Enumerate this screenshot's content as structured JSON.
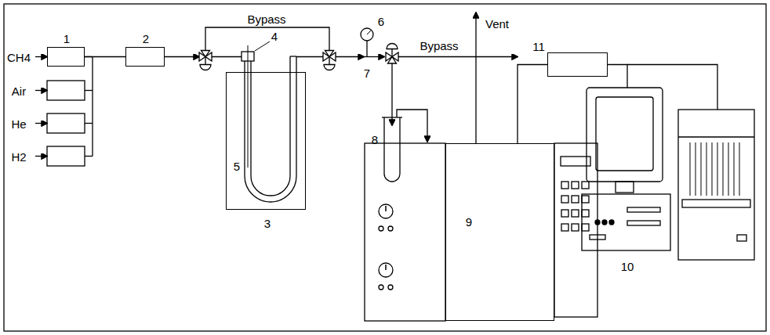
{
  "diagram": {
    "nodes": [
      {
        "text": [
          "1"
        ]
      },
      {
        "text": [
          "2"
        ]
      },
      {
        "text": [
          "3"
        ]
      },
      {
        "text": [
          "9"
        ]
      },
      {
        "text": [
          "11"
        ]
      },
      {
        "text": [
          "10"
        ]
      }
    ],
    "edges": [
      {
        "from": 0,
        "to": 1,
        "arrow": "none"
      },
      {
        "from": 3,
        "to": 4,
        "arrow": "none"
      },
      {
        "from": 4,
        "to": 5,
        "arrow": "none"
      }
    ],
    "labels": [
      "CH4",
      "Air",
      "He",
      "H2",
      "Bypass",
      "4",
      "5",
      "6",
      "Bypass",
      "Vent",
      "7",
      "8"
    ]
  }
}
